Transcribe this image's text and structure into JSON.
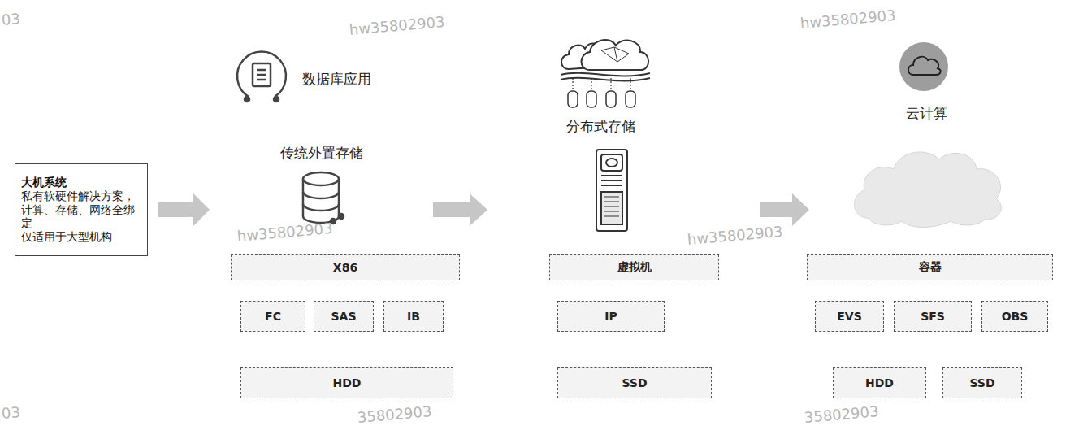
{
  "diagram": {
    "nodes": [
      {
        "text": [
          "大机系统",
          "私有软硬件解决方案，计算、存储、网络全绑定",
          "仅适用于大型机构"
        ]
      },
      {
        "text": [
          "X86"
        ]
      },
      {
        "text": [
          "FC"
        ]
      },
      {
        "text": [
          "SAS"
        ]
      },
      {
        "text": [
          "IB"
        ]
      },
      {
        "text": [
          "HDD"
        ]
      },
      {
        "text": [
          "虚拟机"
        ]
      },
      {
        "text": [
          "IP"
        ]
      },
      {
        "text": [
          "SSD"
        ]
      },
      {
        "text": [
          "容器"
        ]
      },
      {
        "text": [
          "EVS"
        ]
      },
      {
        "text": [
          "SFS"
        ]
      },
      {
        "text": [
          "OBS"
        ]
      },
      {
        "text": [
          "HDD"
        ]
      },
      {
        "text": [
          "SSD"
        ]
      }
    ],
    "labels": [
      "数据库应用",
      "传统外置存储",
      "分布式存储",
      "云计算",
      "03",
      "hw35802903",
      "hw35802903",
      "hw35802903",
      "hw35802903",
      "03",
      "35802903",
      "35802903"
    ]
  }
}
